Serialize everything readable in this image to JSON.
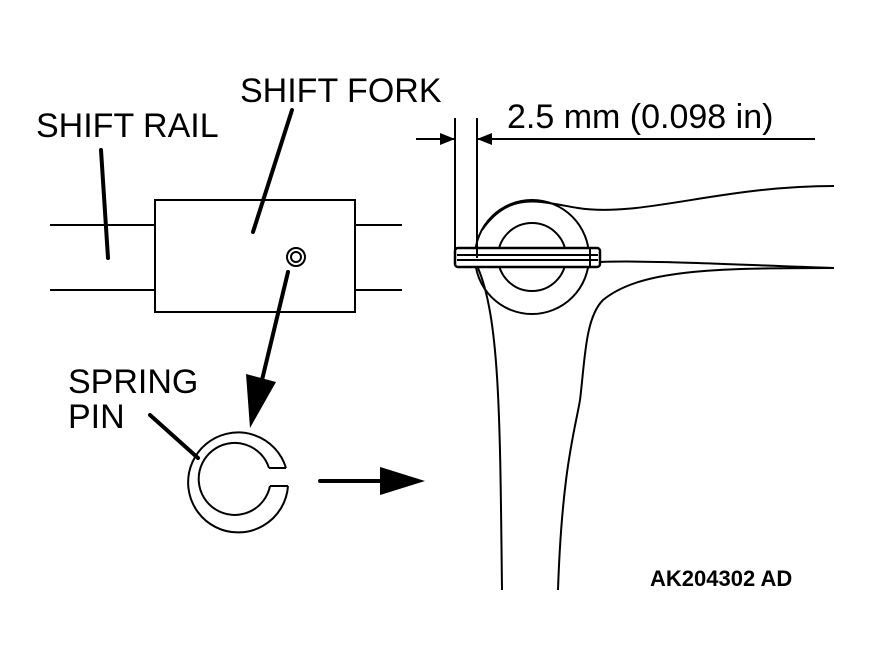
{
  "labels": {
    "shift_rail": "SHIFT RAIL",
    "shift_fork": "SHIFT FORK",
    "dimension": "2.5 mm (0.098 in)",
    "spring_pin_line1": "SPRING",
    "spring_pin_line2": "PIN",
    "figure_code": "AK204302 AD"
  }
}
